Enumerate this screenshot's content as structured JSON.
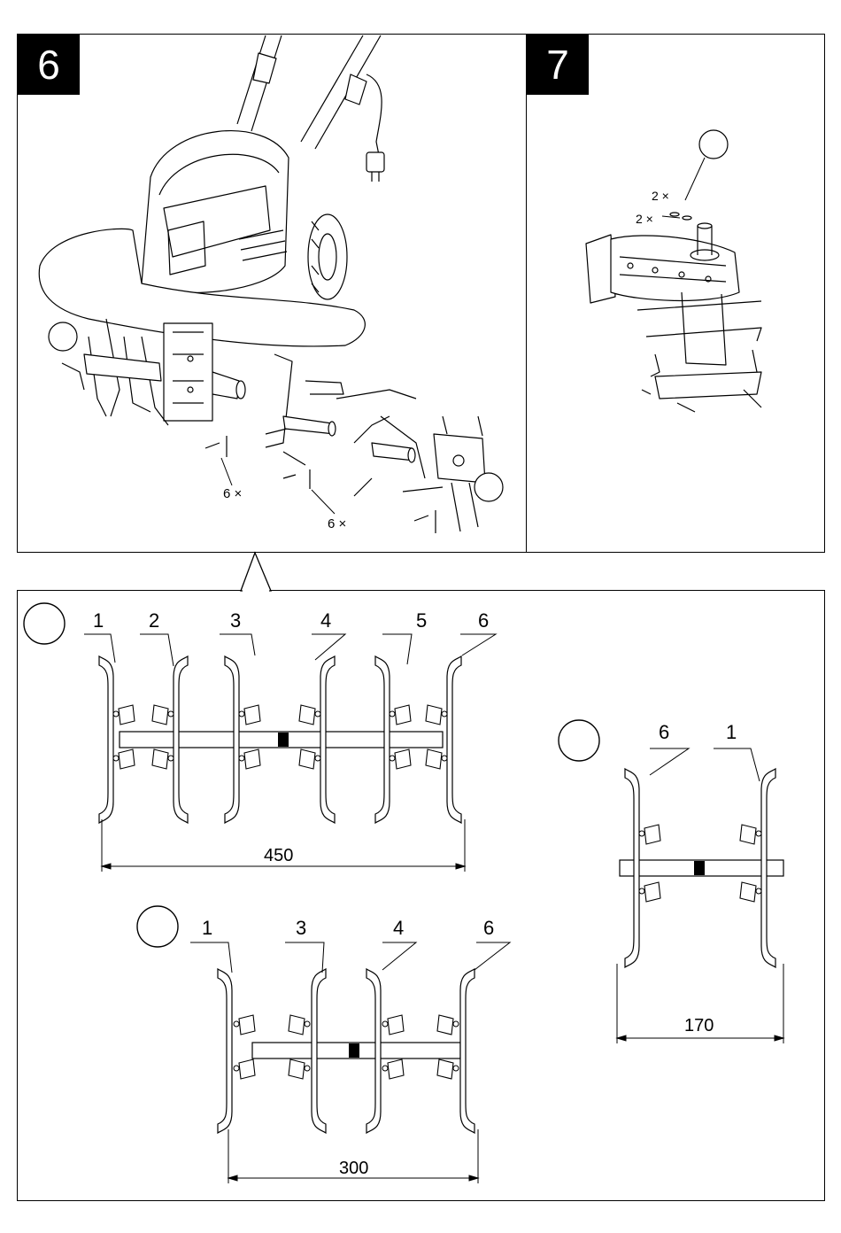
{
  "steps": [
    {
      "number": "6"
    },
    {
      "number": "7"
    }
  ],
  "step6": {
    "pin_qty_left": "6 ×",
    "pin_qty_right": "6 ×"
  },
  "step7": {
    "bolt_qty_upper": "2 ×",
    "bolt_qty_lower": "2 ×"
  },
  "config_450": {
    "labels": [
      "1",
      "2",
      "3",
      "4",
      "5",
      "6"
    ],
    "width": "450"
  },
  "config_300": {
    "labels": [
      "1",
      "3",
      "4",
      "6"
    ],
    "width": "300"
  },
  "config_170": {
    "labels": [
      "6",
      "1"
    ],
    "width": "170"
  }
}
